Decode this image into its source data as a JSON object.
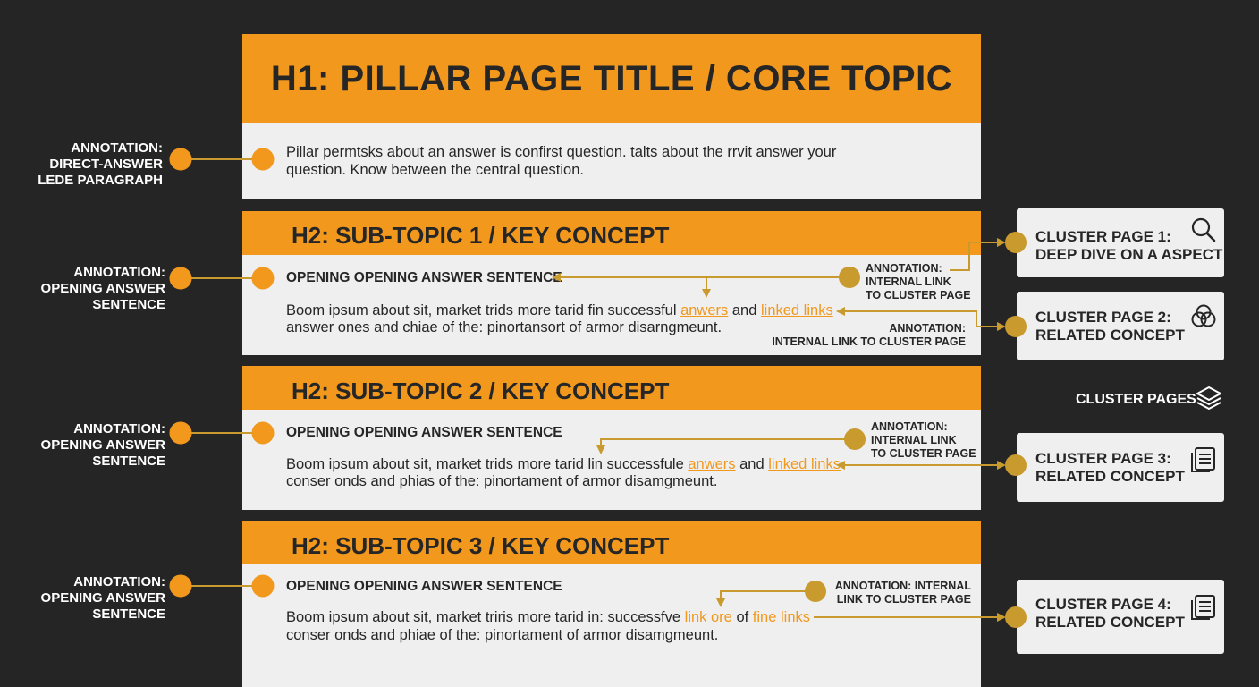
{
  "h1": {
    "title": "H1: PILLAR PAGE TITLE / CORE TOPIC"
  },
  "lede": {
    "line1": "Pillar permtsks about an answer is confirst question. talts about the rrvit answer your",
    "line2": "question. Know between the central question."
  },
  "annotations_left": {
    "lede": [
      "ANNOTATION:",
      "DIRECT-ANSWER",
      "LEDE PARAGRAPH"
    ],
    "s1": [
      "ANNOTATION:",
      "OPENING ANSWER",
      "SENTENCE"
    ],
    "s2": [
      "ANNOTATION:",
      "OPENING ANSWER",
      "SENTENCE"
    ],
    "s3": [
      "ANNOTATION:",
      "OPENING ANSWER",
      "SENTENCE"
    ]
  },
  "sections": [
    {
      "heading": "H2: SUB-TOPIC 1 / KEY CONCEPT",
      "opening": "OPENING OPENING ANSWER SENTENCE",
      "body1_pre": "Boom ipsum about sit, market trids more tarid fin successful ",
      "link1": "anwers",
      "mid": " and ",
      "link2": "linked links",
      "body2": "answer ones and chiae of the: pinortansort of armor disarngmeunt.",
      "ann_a": [
        "ANNOTATION:",
        "INTERNAL LINK",
        "TO CLUSTER PAGE"
      ],
      "ann_b": [
        "ANNOTATION:",
        "INTERNAL LINK TO CLUSTER PAGE"
      ]
    },
    {
      "heading": "H2: SUB-TOPIC 2 / KEY CONCEPT",
      "opening": "OPENING OPENING ANSWER SENTENCE",
      "body1_pre": "Boom ipsum about sit, market trids more tarid lin successfule ",
      "link1": "anwers",
      "mid": " and ",
      "link2": "linked links",
      "body2": "conser onds and phias of the: pinortament of armor disamgmeunt.",
      "ann_a": [
        "ANNOTATION:",
        "INTERNAL LINK",
        "TO CLUSTER PAGE"
      ]
    },
    {
      "heading": "H2: SUB-TOPIC 3 / KEY CONCEPT",
      "opening": "OPENING OPENING ANSWER SENTENCE",
      "body1_pre": "Boom ipsum about sit, market triris more tarid in: successfve ",
      "link1": "link ore",
      "mid": " of ",
      "link2": "fine links",
      "body2": "conser onds and phiae of the: pinortament of armor disamgmeunt.",
      "ann_a": [
        "ANNOTATION: INTERNAL",
        "LINK TO CLUSTER PAGE"
      ]
    }
  ],
  "cluster_cards": [
    {
      "line1": "CLUSTER PAGE 1:",
      "line2": "DEEP DIVE ON A ASPECT",
      "icon": "search-icon"
    },
    {
      "line1": "CLUSTER PAGE 2:",
      "line2": "RELATED CONCEPT",
      "icon": "venn-icon"
    },
    {
      "line1": "CLUSTER PAGE 3:",
      "line2": "RELATED CONCEPT",
      "icon": "document-icon"
    },
    {
      "line1": "CLUSTER PAGE 4:",
      "line2": "RELATED CONCEPT",
      "icon": "document-icon"
    }
  ],
  "cluster_pages_label": "CLUSTER PAGES",
  "cluster_pages_icon": "layers-icon",
  "colors": {
    "accent": "#f1981d",
    "connector": "#c99a2e",
    "background": "#252525",
    "panel": "#efefef"
  }
}
